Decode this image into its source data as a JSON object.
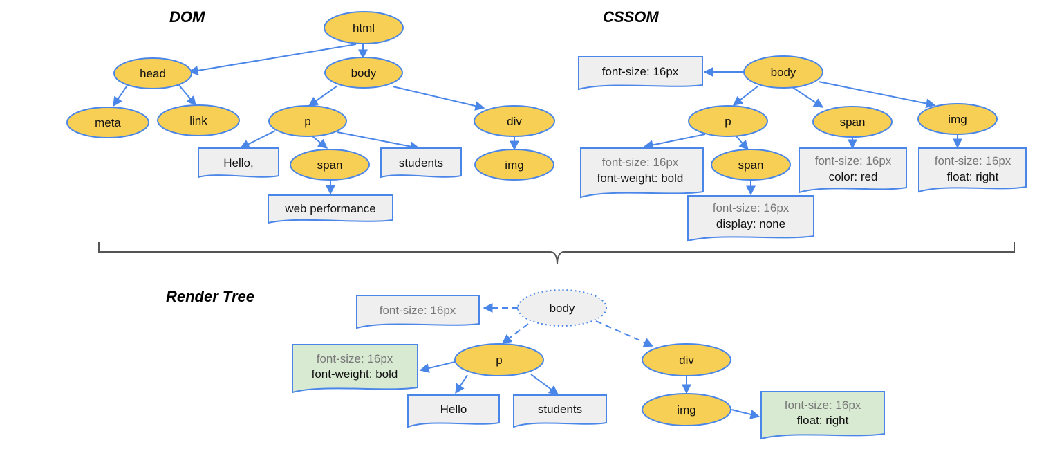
{
  "colors": {
    "node_fill": "#F8CF55",
    "stroke": "#4A86E8",
    "box_fill": "#EFEFEF",
    "box_fill_green": "#D9EAD3",
    "muted_text": "#777777",
    "brace": "#555555"
  },
  "titles": {
    "dom": "DOM",
    "cssom": "CSSOM",
    "render_tree": "Render Tree"
  },
  "dom": {
    "nodes": {
      "html": "html",
      "head": "head",
      "body": "body",
      "meta": "meta",
      "link": "link",
      "p": "p",
      "div": "div",
      "span": "span",
      "img": "img"
    },
    "texts": {
      "hello": "Hello,",
      "students": "students",
      "web_performance": "web performance"
    }
  },
  "cssom": {
    "nodes": {
      "body": "body",
      "p": "p",
      "span_top": "span",
      "img": "img",
      "span_nested": "span"
    },
    "rules": {
      "body": [
        "font-size: 16px"
      ],
      "p": [
        "font-size: 16px",
        "font-weight: bold"
      ],
      "span_top": [
        "font-size: 16px",
        "color: red"
      ],
      "img": [
        "font-size: 16px",
        "float: right"
      ],
      "span_nested": [
        "font-size: 16px",
        "display: none"
      ]
    }
  },
  "render_tree": {
    "nodes": {
      "body": "body",
      "p": "p",
      "div": "div",
      "img": "img"
    },
    "rules": {
      "body": [
        "font-size: 16px"
      ],
      "p": [
        "font-size: 16px",
        "font-weight: bold"
      ],
      "img": [
        "font-size: 16px",
        "float: right"
      ]
    },
    "texts": {
      "hello": "Hello",
      "students": "students"
    }
  }
}
